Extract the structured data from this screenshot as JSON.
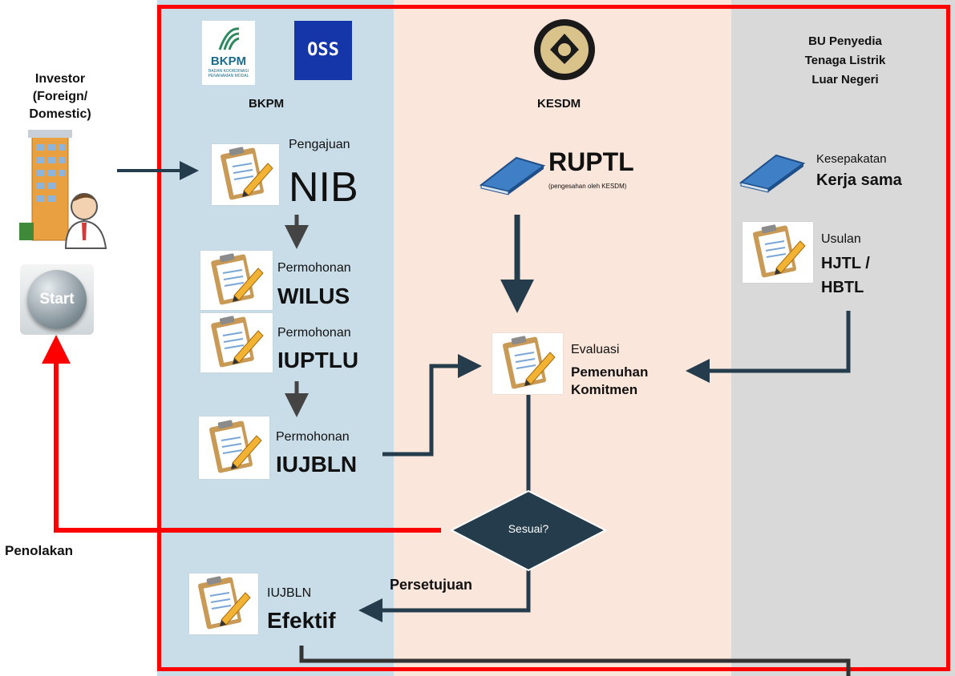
{
  "lanes": {
    "bkpm": {
      "label": "BKPM",
      "logo_oss": "OSS",
      "logo_bkpm": "BKPM",
      "logo_bkpm_sub": "BADAN KOORDINASI PENANAMAN MODAL"
    },
    "kesdm": {
      "label": "KESDM"
    },
    "bu": {
      "label_line1": "BU Penyedia",
      "label_line2": "Tenaga Listrik",
      "label_line3": "Luar Negeri"
    }
  },
  "investor": {
    "line1": "Investor",
    "line2": "(Foreign/",
    "line3": "Domestic)",
    "start_label": "Start"
  },
  "steps": {
    "nib": {
      "small": "Pengajuan",
      "big": "NIB"
    },
    "wilus": {
      "small": "Permohonan",
      "big": "WILUS"
    },
    "iuptlu": {
      "small": "Permohonan",
      "big": "IUPTLU"
    },
    "iujbln": {
      "small": "Permohonan",
      "big": "IUJBLN"
    },
    "ruptl": {
      "big": "RUPTL",
      "note": "(pengesahan oleh KESDM)"
    },
    "kerjasama": {
      "small": "Kesepakatan",
      "big": "Kerja sama"
    },
    "hjtl": {
      "small": "Usulan",
      "big1": "HJTL /",
      "big2": "HBTL"
    },
    "evaluasi": {
      "small": "Evaluasi",
      "big1": "Pemenuhan",
      "big2": "Komitmen"
    },
    "efektif": {
      "small": "IUJBLN",
      "big": "Efektif"
    }
  },
  "decision": {
    "label": "Sesuai?"
  },
  "edges": {
    "reject": "Penolakan",
    "approve": "Persetujuan"
  },
  "colors": {
    "arrow_dark": "#243c4b",
    "reject_red": "#ff0000",
    "bkpm_lane": "#c9dde8",
    "kesdm_lane": "#fbe6db",
    "bu_lane": "#d9d9d9",
    "decision_fill": "#243c4b"
  }
}
